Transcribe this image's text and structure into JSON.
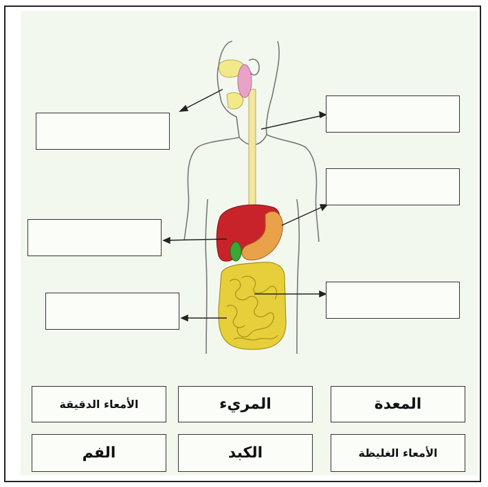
{
  "word_bank": {
    "small_intestine": "الأمعاء الدقيقة",
    "esophagus": "المريء",
    "stomach": "المعدة",
    "mouth": "الفم",
    "liver": "الكبد",
    "large_intestine": "الأمعاء الغليظة"
  },
  "colors": {
    "liver": "#c8232a",
    "stomach": "#e9a24a",
    "intestine": "#e6cf3a",
    "gallbladder": "#3aa832",
    "salivary": "#e9a3c9",
    "esophagus": "#f1e6a0"
  }
}
